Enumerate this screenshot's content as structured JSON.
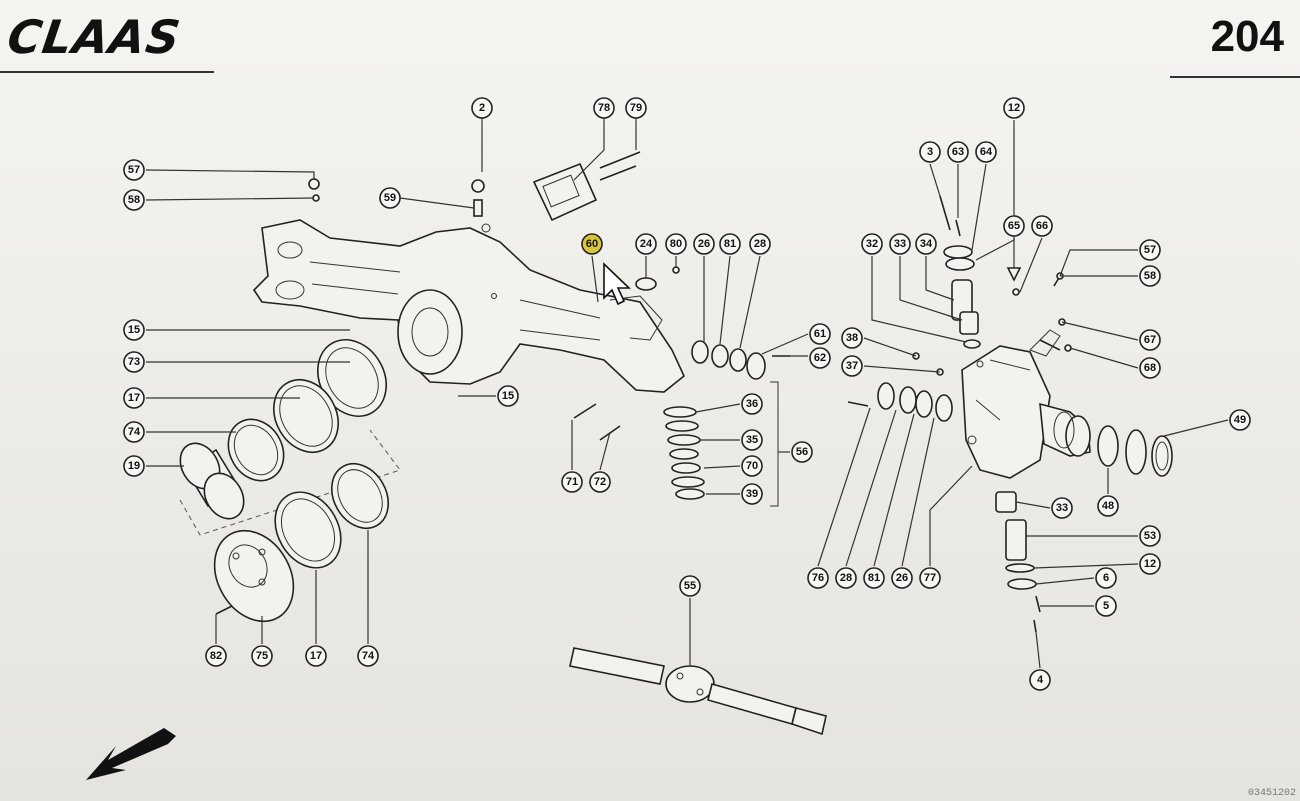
{
  "header": {
    "brand": "CLAAS",
    "page_number": "204"
  },
  "footer": {
    "code": "03451202"
  },
  "callouts": {
    "c2": "2",
    "c78": "78",
    "c79": "79",
    "c57a": "57",
    "c58a": "58",
    "c59": "59",
    "c15a": "15",
    "c73": "73",
    "c17a": "17",
    "c74a": "74",
    "c19": "19",
    "c15b": "15",
    "c60": "60",
    "c24": "24",
    "c80": "80",
    "c26a": "26",
    "c81a": "81",
    "c28a": "28",
    "c61": "61",
    "c62": "62",
    "c36": "36",
    "c35": "35",
    "c70": "70",
    "c39": "39",
    "c56": "56",
    "c71": "71",
    "c72": "72",
    "c82": "82",
    "c75": "75",
    "c17b": "17",
    "c74b": "74",
    "c55": "55",
    "c12a": "12",
    "c3": "3",
    "c63": "63",
    "c64": "64",
    "c32": "32",
    "c33a": "33",
    "c34": "34",
    "c65": "65",
    "c66": "66",
    "c57b": "57",
    "c58b": "58",
    "c67": "67",
    "c68": "68",
    "c38": "38",
    "c37": "37",
    "c49": "49",
    "c48": "48",
    "c33b": "33",
    "c53": "53",
    "c12b": "12",
    "c6": "6",
    "c5": "5",
    "c4": "4",
    "c76": "76",
    "c28b": "28",
    "c81b": "81",
    "c26b": "26",
    "c77": "77"
  }
}
